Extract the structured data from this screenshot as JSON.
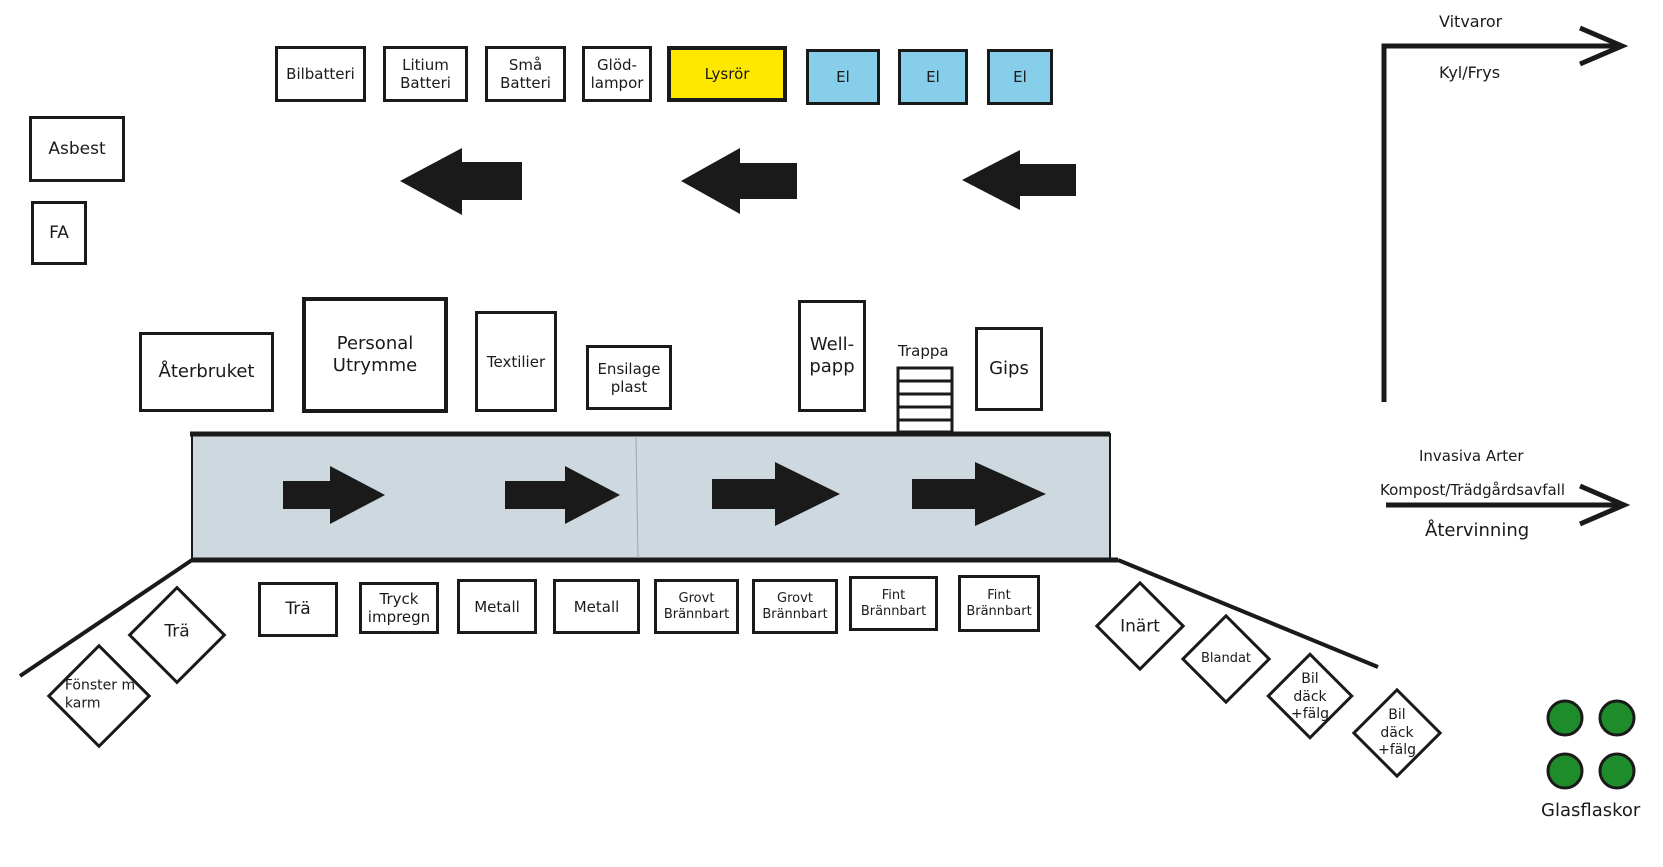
{
  "top_row": {
    "bilbatteri": "Bilbatteri",
    "litium": "Litium\nBatteri",
    "sma": "Små\nBatteri",
    "glod": "Glöd-\nlampor",
    "lysror": "Lysrör",
    "el1": "El",
    "el2": "El",
    "el3": "El"
  },
  "left": {
    "asbest": "Asbest",
    "fa": "FA"
  },
  "upper_row": {
    "aterbruket": "Återbruket",
    "personal": "Personal\nUtrymme",
    "textilier": "Textilier",
    "ensilage": "Ensilage\nplast",
    "wellpapp": "Well-\npapp",
    "trappa": "Trappa",
    "gips": "Gips"
  },
  "lower_row": {
    "tra": "Trä",
    "tryck": "Tryck\nimpregn",
    "metall1": "Metall",
    "metall2": "Metall",
    "grovt1": "Grovt\nBrännbart",
    "grovt2": "Grovt\nBrännbart",
    "fint1": "Fint\nBrännbart",
    "fint2": "Fint\nBrännbart"
  },
  "left_diamonds": {
    "tra": "Trä",
    "fonster": "Fönster m\nkarm"
  },
  "right_diamonds": {
    "inert": "Inärt",
    "blandat": "Blandat",
    "bildack1": "Bil\ndäck\n+fälg",
    "bildack2": "Bil\ndäck\n+fälg"
  },
  "right_side": {
    "vitvaror": "Vitvaror",
    "kylfrys": "Kyl/Frys",
    "invasiva": "Invasiva Arter",
    "kompost": "Kompost/Trädgårdsavfall",
    "atervinning": "Återvinning",
    "glasflaskor": "Glasflaskor"
  },
  "colors": {
    "lysror": "#ffe800",
    "el": "#87ceeb",
    "conveyor": "#cdd8df",
    "glass": "#1e8c2a",
    "arrow": "#1a1a1a"
  }
}
